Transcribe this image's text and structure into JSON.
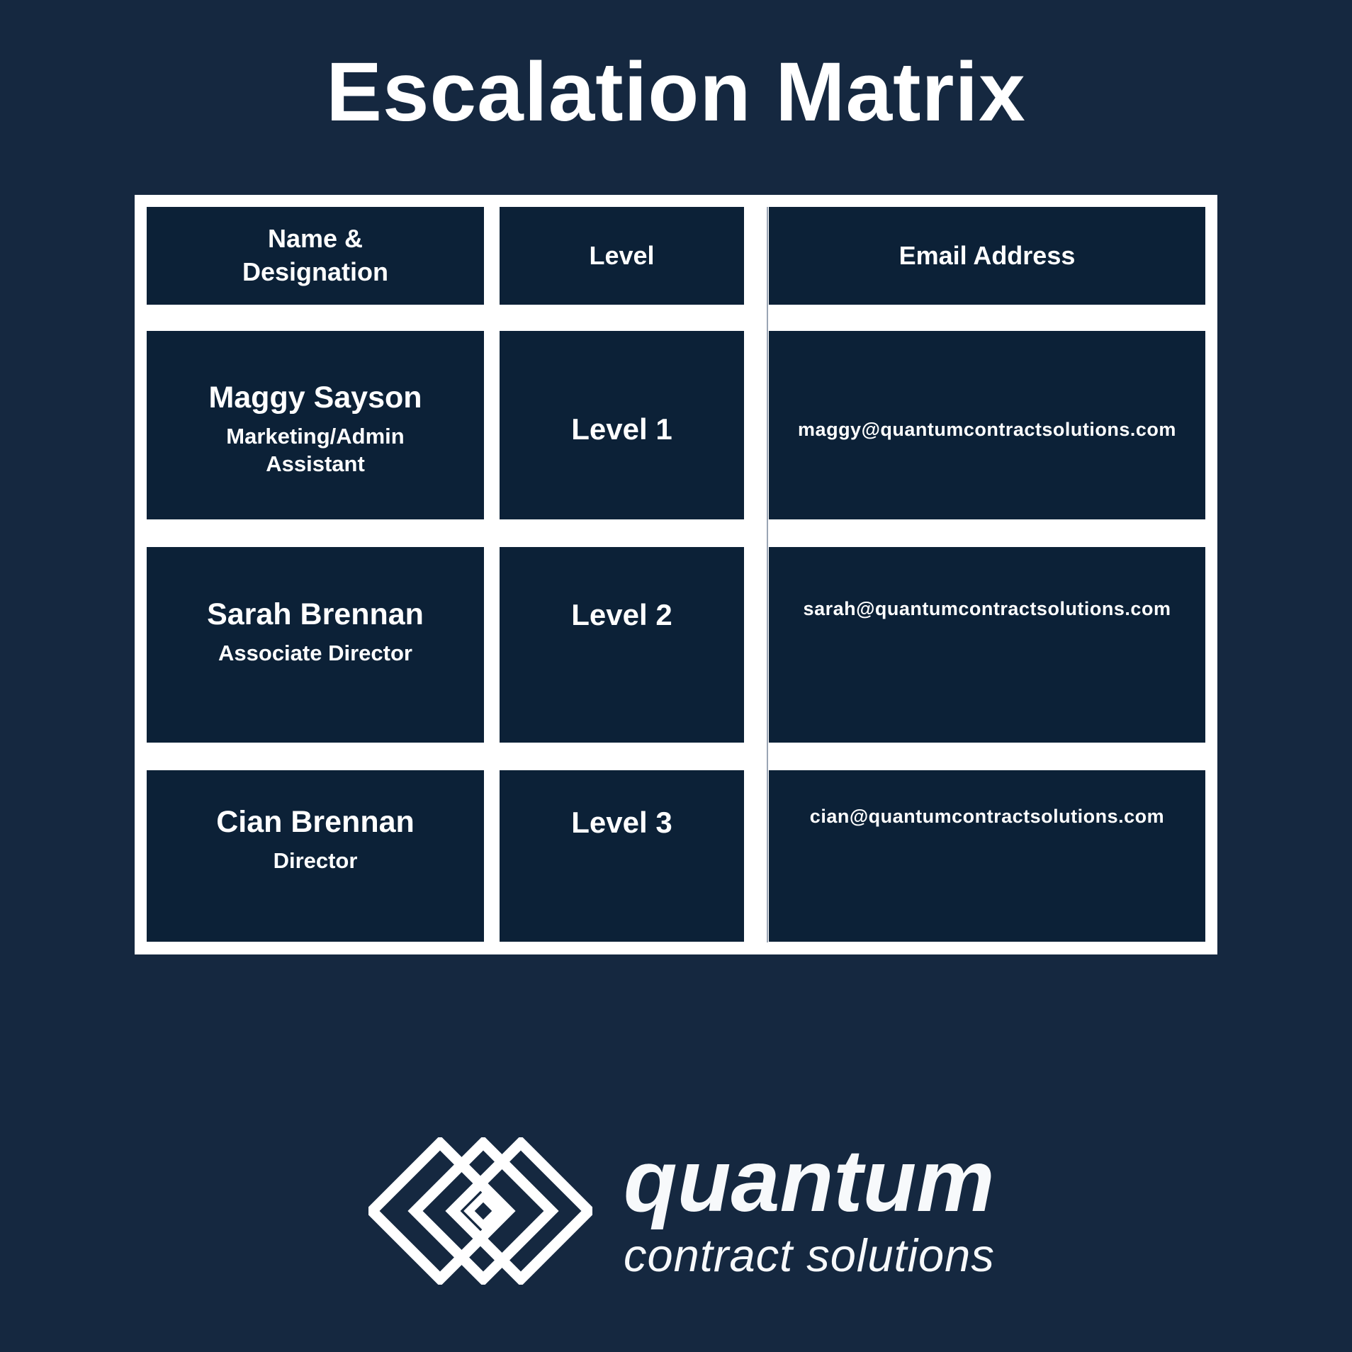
{
  "title": "Escalation Matrix",
  "table": {
    "headers": {
      "name": "Name & Designation",
      "level": "Level",
      "email": "Email Address"
    },
    "rows": [
      {
        "name": "Maggy Sayson",
        "designation": "Marketing/Admin Assistant",
        "level": "Level 1",
        "email": "maggy@quantumcontractsolutions.com"
      },
      {
        "name": "Sarah Brennan",
        "designation": "Associate Director",
        "level": "Level 2",
        "email": "sarah@quantumcontractsolutions.com"
      },
      {
        "name": "Cian Brennan",
        "designation": "Director",
        "level": "Level 3",
        "email": "cian@quantumcontractsolutions.com"
      }
    ]
  },
  "logo": {
    "brand": "quantum",
    "tagline": "contract solutions",
    "mark": "interlocking-diamonds-icon"
  },
  "colors": {
    "background": "#152840",
    "cell": "#0C2137",
    "frame": "#FFFFFF",
    "hairline": "#9AA5B4",
    "text": "#FFFFFF"
  },
  "chart_data": {
    "type": "table",
    "title": "Escalation Matrix",
    "columns": [
      "Name & Designation",
      "Level",
      "Email Address"
    ],
    "rows": [
      [
        "Maggy Sayson (Marketing/Admin Assistant)",
        "Level 1",
        "maggy@quantumcontractsolutions.com"
      ],
      [
        "Sarah Brennan (Associate Director)",
        "Level 2",
        "sarah@quantumcontractsolutions.com"
      ],
      [
        "Cian Brennan (Director)",
        "Level 3",
        "cian@quantumcontractsolutions.com"
      ]
    ]
  }
}
